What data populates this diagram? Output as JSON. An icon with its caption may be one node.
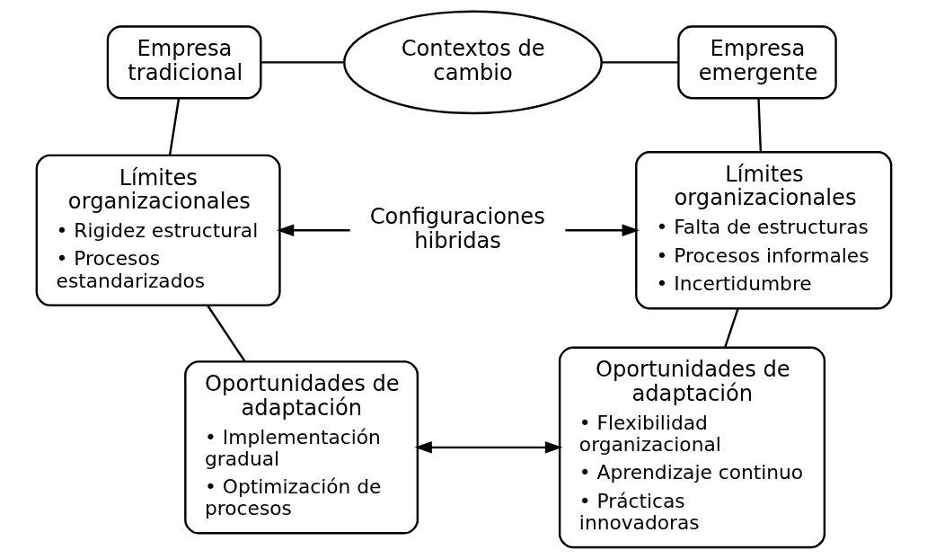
{
  "diagram": {
    "nodes": [
      {
        "text": [
          "Empresa tradicional"
        ]
      },
      {
        "text": [
          "Contextos de cambio"
        ]
      },
      {
        "text": [
          "Empresa emergente"
        ]
      },
      {
        "text": [
          "Límites organizacionales",
          "• Rigidez estructural",
          "• Procesos estandarizados"
        ]
      },
      {
        "text": [
          "Configuraciones hibridas"
        ]
      },
      {
        "text": [
          "Límites organizacionales",
          "• Falta de estructuras",
          "• Procesos informales",
          "• Incertidumbre"
        ]
      },
      {
        "text": [
          "Oportunidades de adaptación",
          "• Implementación gradual",
          "• Optimización de procesos"
        ]
      },
      {
        "text": [
          "Oportunidades de adaptación",
          "• Flexibilidad organizacional",
          "• Aprendizaje continuo",
          "• Prácticas innovadoras"
        ]
      }
    ],
    "edges": [
      {
        "from": 0,
        "to": 1,
        "arrow": "none"
      },
      {
        "from": 1,
        "to": 2,
        "arrow": "none"
      },
      {
        "from": 0,
        "to": 3,
        "arrow": "none"
      },
      {
        "from": 2,
        "to": 5,
        "arrow": "none"
      },
      {
        "from": 4,
        "to": 3,
        "arrow": "to"
      },
      {
        "from": 4,
        "to": 5,
        "arrow": "to"
      },
      {
        "from": 3,
        "to": 6,
        "arrow": "none"
      },
      {
        "from": 5,
        "to": 7,
        "arrow": "none"
      },
      {
        "from": 6,
        "to": 7,
        "arrow": "both"
      }
    ]
  }
}
